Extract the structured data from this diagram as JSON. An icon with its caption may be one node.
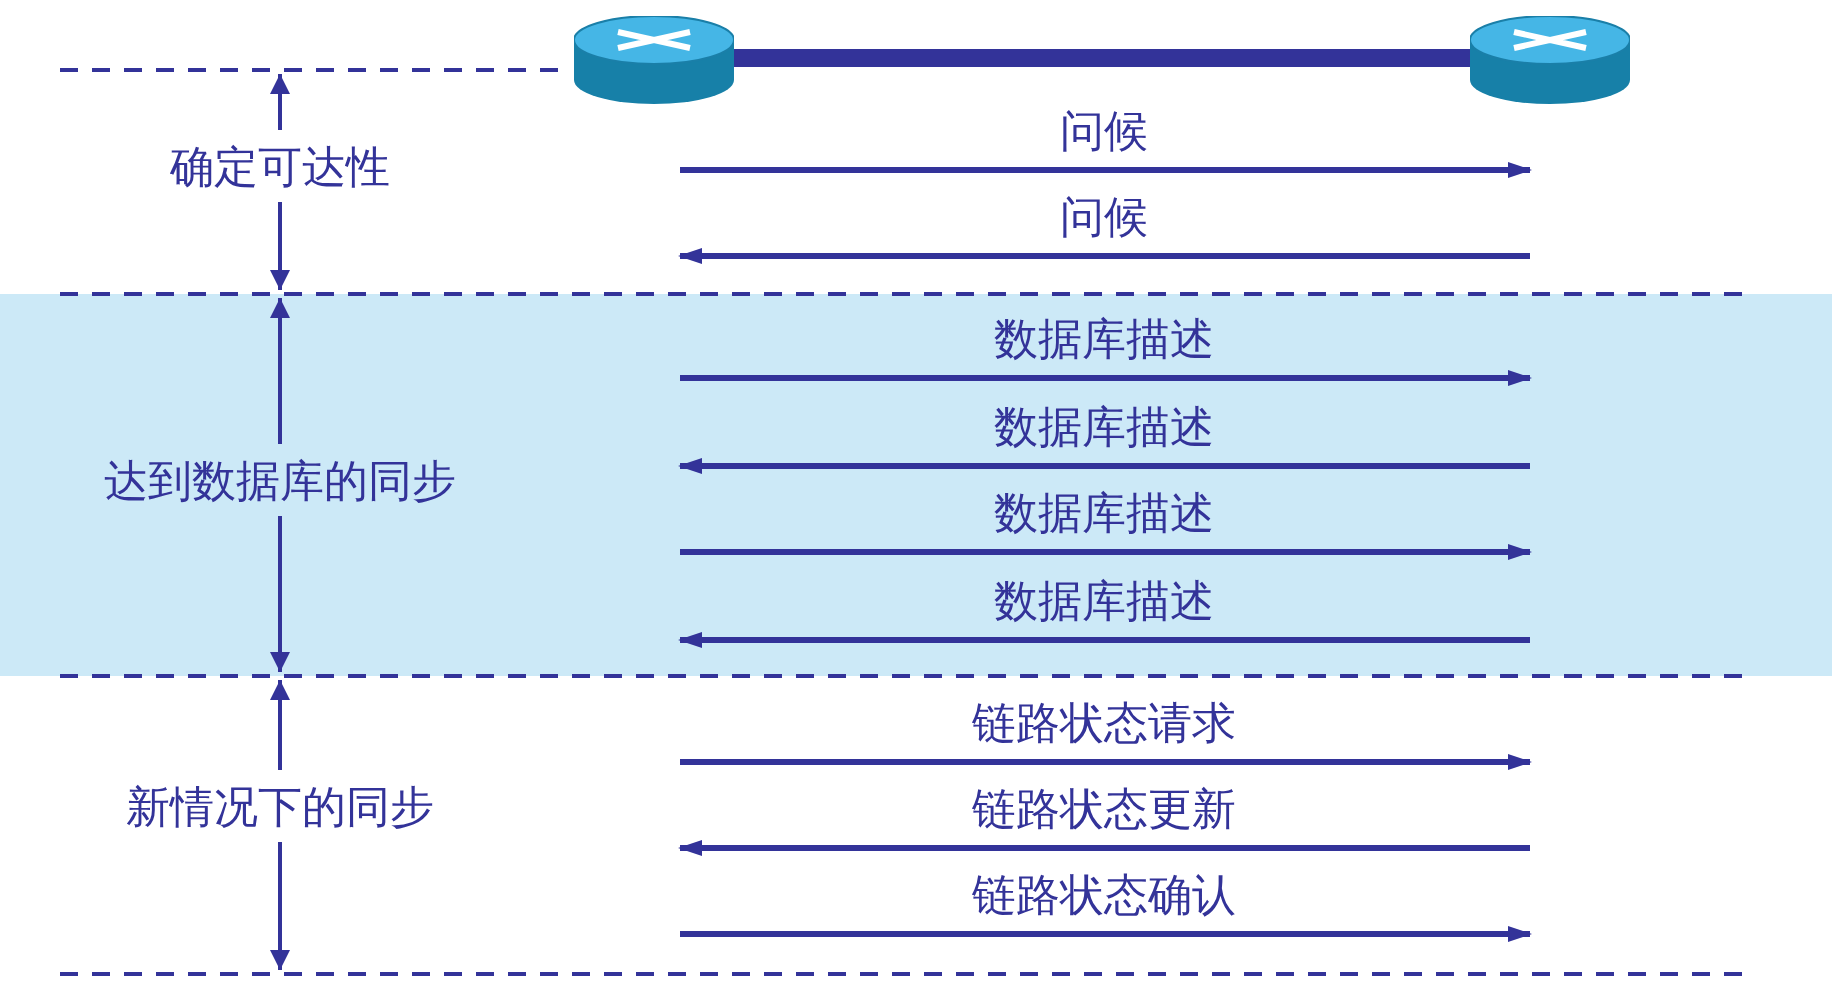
{
  "diagram": {
    "nodes": [
      {
        "text": [],
        "shape": "cylinder"
      },
      {
        "text": [],
        "shape": "cylinder"
      }
    ],
    "edges": [
      {
        "from": 0,
        "to": 1,
        "arrow": "none"
      }
    ],
    "labels": [
      "问候",
      "确定可达性",
      "问候",
      "数据库描述",
      "数据库描述",
      "达到数据库的同步",
      "数据库描述",
      "数据库描述",
      "链路状态请求",
      "新情况下的同步",
      "链路状态更新",
      "链路状态确认"
    ]
  }
}
